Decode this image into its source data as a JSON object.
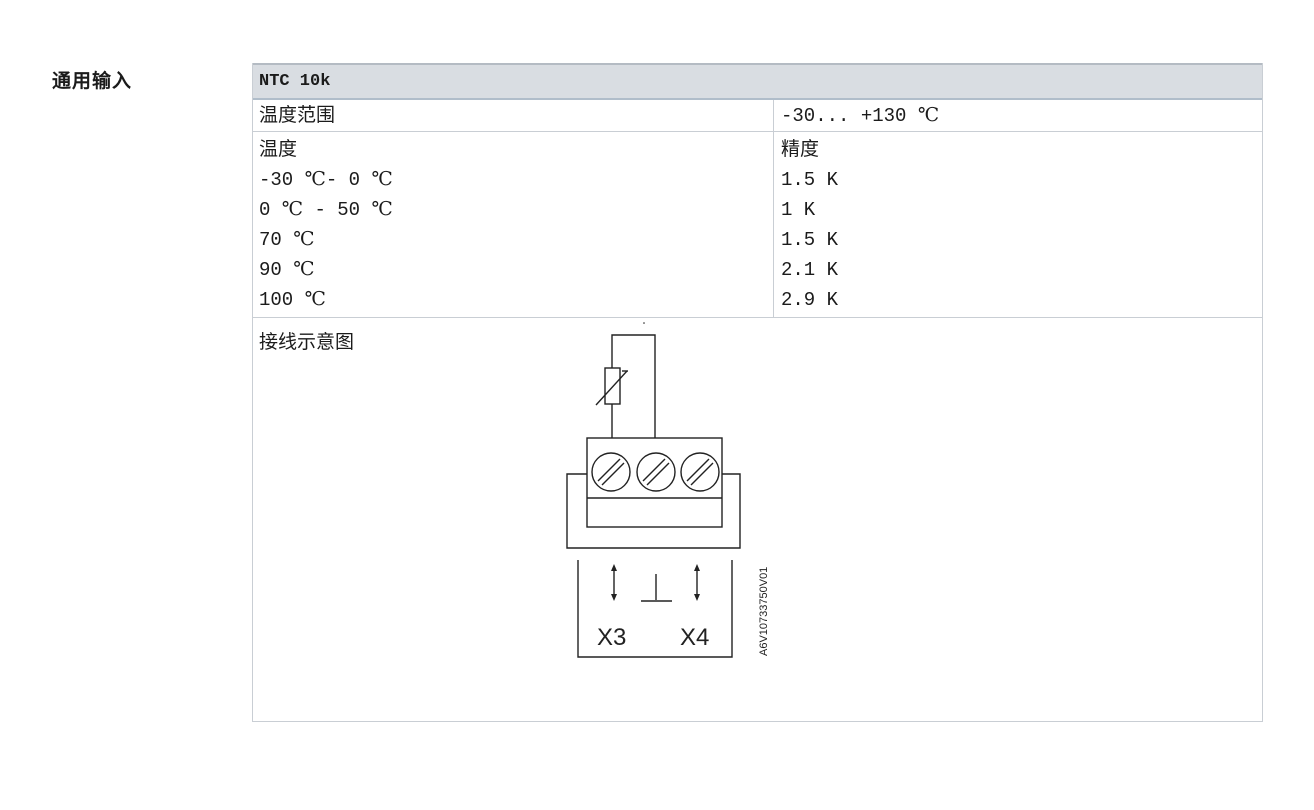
{
  "section_heading": "通用输入",
  "table": {
    "header": "NTC 10k",
    "range_row": {
      "label": "温度范围",
      "value": "-30... +130 ℃"
    },
    "accuracy_header": {
      "label": "温度",
      "value": "精度"
    },
    "accuracy_rows": [
      {
        "temp": "-30 ℃- 0 ℃",
        "accuracy": "1.5 K"
      },
      {
        "temp": "0 ℃ - 50 ℃",
        "accuracy": "1 K"
      },
      {
        "temp": "70 ℃",
        "accuracy": "1.5 K"
      },
      {
        "temp": "90 ℃",
        "accuracy": "2.1 K"
      },
      {
        "temp": "100 ℃",
        "accuracy": "2.9 K"
      }
    ],
    "wiring_row": {
      "label": "接线示意图"
    }
  },
  "diagram": {
    "terminal_left": "X3",
    "terminal_right": "X4",
    "drawing_id": "A6V10733750V01"
  }
}
